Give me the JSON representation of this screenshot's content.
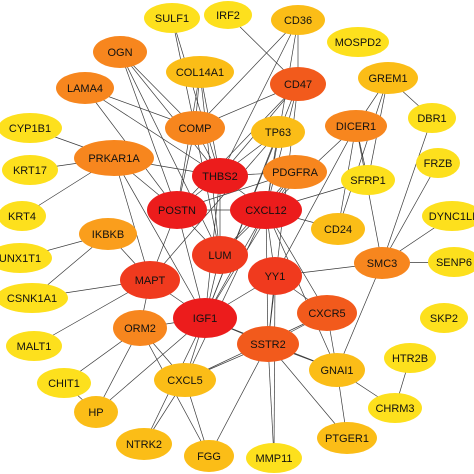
{
  "palette": {
    "red": "#ec1c1c",
    "red_orange": "#f03a1e",
    "orange_red": "#f25a1c",
    "orange": "#f7861e",
    "orange_light": "#fa9e1c",
    "yellow_orange": "#fbbd17",
    "yellow": "#fde01d",
    "edge": "#3a3a3a"
  },
  "nodes": [
    {
      "id": "SULF1",
      "label": "SULF1",
      "color": "yellow"
    },
    {
      "id": "IRF2",
      "label": "IRF2",
      "color": "yellow"
    },
    {
      "id": "CD36",
      "label": "CD36",
      "color": "yellow_orange"
    },
    {
      "id": "MOSPD2",
      "label": "MOSPD2",
      "color": "yellow"
    },
    {
      "id": "OGN",
      "label": "OGN",
      "color": "orange"
    },
    {
      "id": "COL14A1",
      "label": "COL14A1",
      "color": "yellow_orange"
    },
    {
      "id": "LAMA4",
      "label": "LAMA4",
      "color": "orange"
    },
    {
      "id": "CD47",
      "label": "CD47",
      "color": "orange_red"
    },
    {
      "id": "GREM1",
      "label": "GREM1",
      "color": "yellow_orange"
    },
    {
      "id": "CYP1B1",
      "label": "CYP1B1",
      "color": "yellow"
    },
    {
      "id": "COMP",
      "label": "COMP",
      "color": "orange"
    },
    {
      "id": "TP63",
      "label": "TP63",
      "color": "yellow_orange"
    },
    {
      "id": "DICER1",
      "label": "DICER1",
      "color": "orange"
    },
    {
      "id": "DBR1",
      "label": "DBR1",
      "color": "yellow"
    },
    {
      "id": "KRT17",
      "label": "KRT17",
      "color": "yellow"
    },
    {
      "id": "PRKAR1A",
      "label": "PRKAR1A",
      "color": "orange"
    },
    {
      "id": "THBS2",
      "label": "THBS2",
      "color": "red"
    },
    {
      "id": "PDGFRA",
      "label": "PDGFRA",
      "color": "orange"
    },
    {
      "id": "SFRP1",
      "label": "SFRP1",
      "color": "yellow"
    },
    {
      "id": "FRZB",
      "label": "FRZB",
      "color": "yellow"
    },
    {
      "id": "KRT4",
      "label": "KRT4",
      "color": "yellow"
    },
    {
      "id": "POSTN",
      "label": "POSTN",
      "color": "red"
    },
    {
      "id": "CXCL12",
      "label": "CXCL12",
      "color": "red"
    },
    {
      "id": "IKBKB",
      "label": "IKBKB",
      "color": "orange_light"
    },
    {
      "id": "CD24",
      "label": "CD24",
      "color": "yellow_orange"
    },
    {
      "id": "DYNC1LI",
      "label": "DYNC1LI",
      "color": "yellow"
    },
    {
      "id": "UNX1T1",
      "label": "UNX1T1",
      "color": "yellow"
    },
    {
      "id": "LUM",
      "label": "LUM",
      "color": "red_orange"
    },
    {
      "id": "SMC3",
      "label": "SMC3",
      "color": "orange"
    },
    {
      "id": "SENP6",
      "label": "SENP6",
      "color": "yellow"
    },
    {
      "id": "CSNK1A1",
      "label": "CSNK1A1",
      "color": "yellow"
    },
    {
      "id": "MAPT",
      "label": "MAPT",
      "color": "red_orange"
    },
    {
      "id": "YY1",
      "label": "YY1",
      "color": "red_orange"
    },
    {
      "id": "IGF1",
      "label": "IGF1",
      "color": "red"
    },
    {
      "id": "CXCR5",
      "label": "CXCR5",
      "color": "orange_red"
    },
    {
      "id": "SKP2",
      "label": "SKP2",
      "color": "yellow"
    },
    {
      "id": "MALT1",
      "label": "MALT1",
      "color": "yellow"
    },
    {
      "id": "ORM2",
      "label": "ORM2",
      "color": "orange"
    },
    {
      "id": "SSTR2",
      "label": "SSTR2",
      "color": "orange_red"
    },
    {
      "id": "HTR2B",
      "label": "HTR2B",
      "color": "yellow"
    },
    {
      "id": "CHIT1",
      "label": "CHIT1",
      "color": "yellow"
    },
    {
      "id": "CXCL5",
      "label": "CXCL5",
      "color": "yellow_orange"
    },
    {
      "id": "GNAI1",
      "label": "GNAI1",
      "color": "yellow_orange"
    },
    {
      "id": "HP",
      "label": "HP",
      "color": "yellow_orange"
    },
    {
      "id": "CHRM3",
      "label": "CHRM3",
      "color": "yellow"
    },
    {
      "id": "NTRK2",
      "label": "NTRK2",
      "color": "yellow_orange"
    },
    {
      "id": "FGG",
      "label": "FGG",
      "color": "yellow_orange"
    },
    {
      "id": "MMP11",
      "label": "MMP11",
      "color": "yellow"
    },
    {
      "id": "PTGER1",
      "label": "PTGER1",
      "color": "yellow_orange"
    }
  ],
  "edges": [
    [
      "SULF1",
      "COMP"
    ],
    [
      "SULF1",
      "THBS2"
    ],
    [
      "IRF2",
      "CD47"
    ],
    [
      "CD36",
      "THBS2"
    ],
    [
      "CD36",
      "CD47"
    ],
    [
      "CD36",
      "CXCL12"
    ],
    [
      "CD36",
      "COMP"
    ],
    [
      "OGN",
      "LUM"
    ],
    [
      "OGN",
      "POSTN"
    ],
    [
      "OGN",
      "COMP"
    ],
    [
      "OGN",
      "THBS2"
    ],
    [
      "COL14A1",
      "POSTN"
    ],
    [
      "COL14A1",
      "LUM"
    ],
    [
      "COL14A1",
      "THBS2"
    ],
    [
      "COL14A1",
      "COMP"
    ],
    [
      "LAMA4",
      "POSTN"
    ],
    [
      "LAMA4",
      "COMP"
    ],
    [
      "LAMA4",
      "THBS2"
    ],
    [
      "CD47",
      "THBS2"
    ],
    [
      "CD47",
      "CXCL12"
    ],
    [
      "CD47",
      "COMP"
    ],
    [
      "CD47",
      "POSTN"
    ],
    [
      "CD47",
      "IGF1"
    ],
    [
      "CD47",
      "SSTR2"
    ],
    [
      "GREM1",
      "DBR1"
    ],
    [
      "GREM1",
      "SFRP1"
    ],
    [
      "GREM1",
      "DICER1"
    ],
    [
      "GREM1",
      "CD24"
    ],
    [
      "CYP1B1",
      "PRKAR1A"
    ],
    [
      "COMP",
      "THBS2"
    ],
    [
      "COMP",
      "POSTN"
    ],
    [
      "COMP",
      "LUM"
    ],
    [
      "TP63",
      "THBS2"
    ],
    [
      "TP63",
      "CXCL12"
    ],
    [
      "TP63",
      "IGF1"
    ],
    [
      "TP63",
      "MAPT"
    ],
    [
      "DICER1",
      "SFRP1"
    ],
    [
      "DICER1",
      "CXCL12"
    ],
    [
      "DICER1",
      "YY1"
    ],
    [
      "DICER1",
      "SMC3"
    ],
    [
      "DICER1",
      "CD24"
    ],
    [
      "DBR1",
      "SMC3"
    ],
    [
      "KRT17",
      "PRKAR1A"
    ],
    [
      "KRT4",
      "PRKAR1A"
    ],
    [
      "PRKAR1A",
      "POSTN"
    ],
    [
      "PRKAR1A",
      "THBS2"
    ],
    [
      "PRKAR1A",
      "MAPT"
    ],
    [
      "PRKAR1A",
      "IGF1"
    ],
    [
      "THBS2",
      "POSTN"
    ],
    [
      "THBS2",
      "LUM"
    ],
    [
      "THBS2",
      "CXCL12"
    ],
    [
      "THBS2",
      "IGF1"
    ],
    [
      "THBS2",
      "PDGFRA"
    ],
    [
      "PDGFRA",
      "CXCL12"
    ],
    [
      "PDGFRA",
      "IGF1"
    ],
    [
      "PDGFRA",
      "LUM"
    ],
    [
      "PDGFRA",
      "POSTN"
    ],
    [
      "SFRP1",
      "CXCL12"
    ],
    [
      "FRZB",
      "SMC3"
    ],
    [
      "POSTN",
      "LUM"
    ],
    [
      "POSTN",
      "CXCL12"
    ],
    [
      "POSTN",
      "MAPT"
    ],
    [
      "POSTN",
      "IGF1"
    ],
    [
      "CXCL12",
      "LUM"
    ],
    [
      "CXCL12",
      "YY1"
    ],
    [
      "CXCL12",
      "IGF1"
    ],
    [
      "CXCL12",
      "CXCR5"
    ],
    [
      "CXCL12",
      "SSTR2"
    ],
    [
      "CXCL12",
      "GNAI1"
    ],
    [
      "CXCL12",
      "CXCL5"
    ],
    [
      "CXCL12",
      "CD24"
    ],
    [
      "IKBKB",
      "MAPT"
    ],
    [
      "IKBKB",
      "CSNK1A1"
    ],
    [
      "IKBKB",
      "UNX1T1"
    ],
    [
      "LUM",
      "IGF1"
    ],
    [
      "SMC3",
      "YY1"
    ],
    [
      "SMC3",
      "DYNC1LI"
    ],
    [
      "SMC3",
      "SENP6"
    ],
    [
      "SMC3",
      "GNAI1"
    ],
    [
      "MAPT",
      "IGF1"
    ],
    [
      "MAPT",
      "MALT1"
    ],
    [
      "MAPT",
      "ORM2"
    ],
    [
      "MAPT",
      "CSNK1A1"
    ],
    [
      "YY1",
      "IGF1"
    ],
    [
      "YY1",
      "CXCR5"
    ],
    [
      "YY1",
      "SSTR2"
    ],
    [
      "YY1",
      "MMP11"
    ],
    [
      "IGF1",
      "SSTR2"
    ],
    [
      "IGF1",
      "ORM2"
    ],
    [
      "IGF1",
      "CXCL5"
    ],
    [
      "IGF1",
      "NTRK2"
    ],
    [
      "IGF1",
      "GNAI1"
    ],
    [
      "IGF1",
      "HP"
    ],
    [
      "CXCR5",
      "SSTR2"
    ],
    [
      "CXCR5",
      "GNAI1"
    ],
    [
      "CXCR5",
      "CXCL5"
    ],
    [
      "SSTR2",
      "GNAI1"
    ],
    [
      "SSTR2",
      "CXCL5"
    ],
    [
      "SSTR2",
      "PTGER1"
    ],
    [
      "SSTR2",
      "FGG"
    ],
    [
      "SSTR2",
      "MMP11"
    ],
    [
      "ORM2",
      "CHIT1"
    ],
    [
      "ORM2",
      "HP"
    ],
    [
      "ORM2",
      "FGG"
    ],
    [
      "ORM2",
      "CXCL5"
    ],
    [
      "CXCL5",
      "FGG"
    ],
    [
      "CXCL5",
      "NTRK2"
    ],
    [
      "GNAI1",
      "PTGER1"
    ],
    [
      "GNAI1",
      "CHRM3"
    ],
    [
      "HTR2B",
      "CHRM3"
    ],
    [
      "HP",
      "CHIT1"
    ]
  ]
}
